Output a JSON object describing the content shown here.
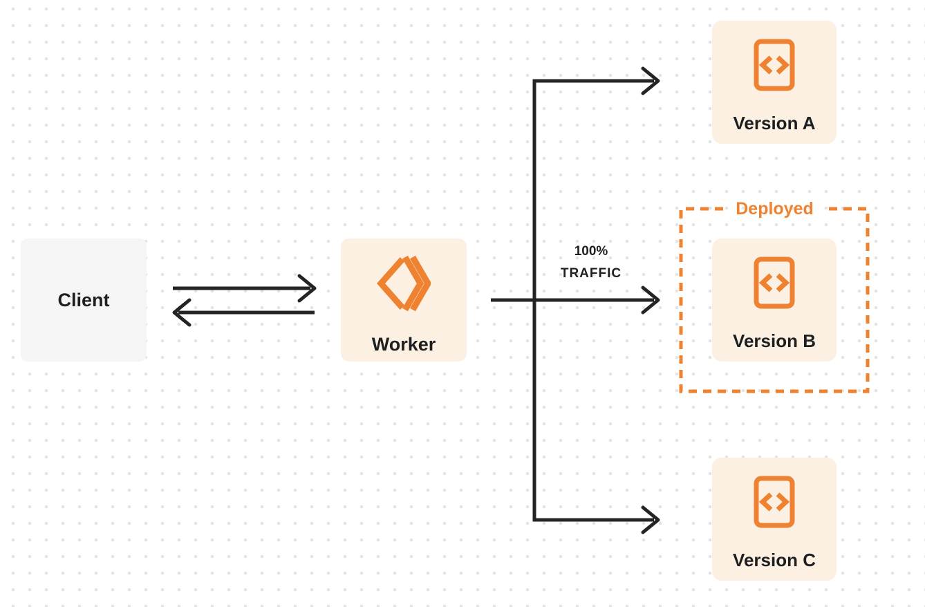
{
  "colors": {
    "accent": "#EE8230",
    "line": "#232425",
    "text": "#1E1F20",
    "node_cream_bg": "#FCF0E2",
    "node_gray_bg": "#F5F5F6",
    "dot_grid": "#E4E4E4",
    "background": "#FFFFFF"
  },
  "diagram": {
    "client": {
      "label": "Client"
    },
    "worker": {
      "label": "Worker",
      "icon": "workers-double-chevron-icon"
    },
    "versions": [
      {
        "label": "Version A",
        "icon": "code-document-icon"
      },
      {
        "label": "Version B",
        "icon": "code-document-icon",
        "badge": "Deployed"
      },
      {
        "label": "Version C",
        "icon": "code-document-icon"
      }
    ],
    "deployed_label": "Deployed",
    "traffic": {
      "line1": "100%",
      "line2": "TRAFFIC"
    }
  }
}
